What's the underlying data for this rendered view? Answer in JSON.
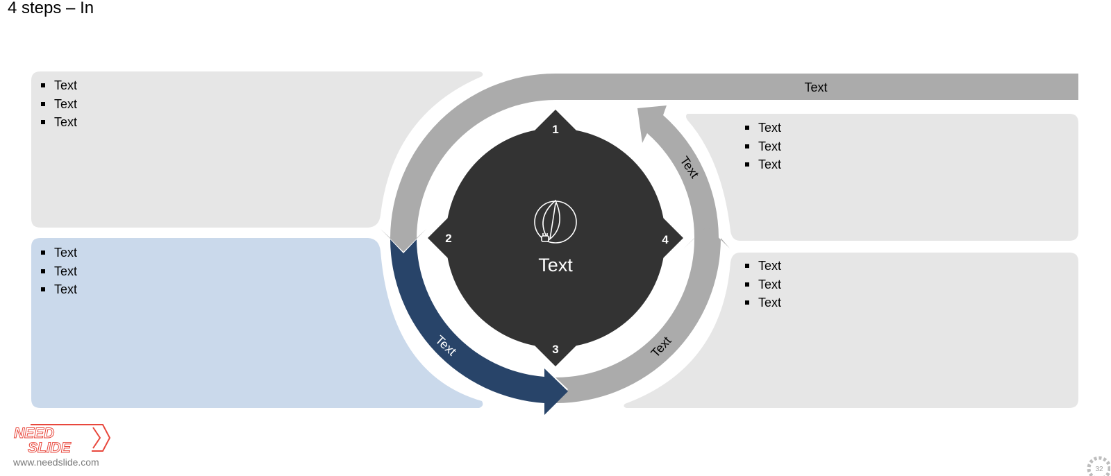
{
  "title": "4 steps – In",
  "center": {
    "label": "Text",
    "icon": "leaf-plug-icon"
  },
  "steps": [
    {
      "number": "1"
    },
    {
      "number": "2"
    },
    {
      "number": "3"
    },
    {
      "number": "4"
    }
  ],
  "arrows": {
    "top_banner": "Text",
    "right_upper": "Text",
    "right_lower": "Text",
    "bottom_left": "Text"
  },
  "panels": {
    "top_left": {
      "items": [
        "Text",
        "Text",
        "Text"
      ]
    },
    "bottom_left": {
      "items": [
        "Text",
        "Text",
        "Text"
      ]
    },
    "top_right": {
      "items": [
        "Text",
        "Text",
        "Text"
      ]
    },
    "bottom_right": {
      "items": [
        "Text",
        "Text",
        "Text"
      ]
    }
  },
  "footer": {
    "logo_line1": "NEED",
    "logo_line2": "SLIDE",
    "website": "www.needslide.com",
    "page_number": "32"
  },
  "colors": {
    "panel_grey": "#e6e6e6",
    "panel_blue": "#cad9eb",
    "arrow_grey": "#ababab",
    "arrow_active": "#284469",
    "center_dark": "#333333",
    "logo_red": "#e8473c"
  }
}
